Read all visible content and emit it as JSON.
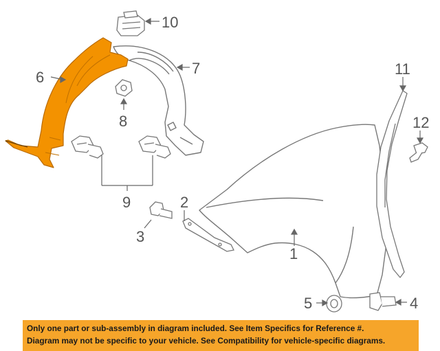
{
  "colors": {
    "highlight_part": "#f39200",
    "banner_background": "#f6a52a",
    "banner_text": "#1a1a1a",
    "line_art": "#777777",
    "callout_text": "#555555"
  },
  "callouts": {
    "c1": "1",
    "c2": "2",
    "c3": "3",
    "c4": "4",
    "c5": "5",
    "c6": "6",
    "c7": "7",
    "c8": "8",
    "c9": "9",
    "c10": "10",
    "c11": "11",
    "c12": "12"
  },
  "disclaimer": {
    "line1": "Only one part or sub-assembly in diagram included. See Item Specifics for Reference #.",
    "line2": "Diagram may not be specific to your vehicle. See Compatibility for vehicle-specific diagrams."
  }
}
